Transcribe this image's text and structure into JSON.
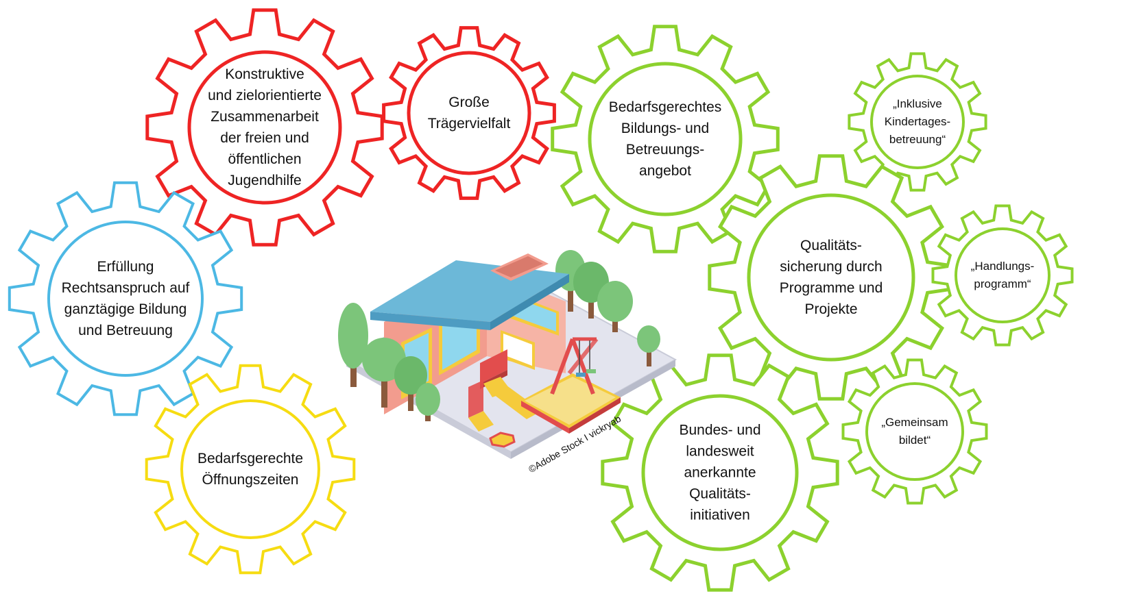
{
  "colors": {
    "red": "#ee2424",
    "blue": "#4cb8e4",
    "yellow": "#f6dc12",
    "green": "#8cd12e"
  },
  "gears": [
    {
      "id": "gear-zusammenarbeit",
      "color": "red",
      "lines": [
        "Konstruktive",
        "und zielorientierte",
        "Zusammenarbeit",
        "der freien und",
        "öffentlichen",
        "Jugendhilfe"
      ]
    },
    {
      "id": "gear-traegervielfalt",
      "color": "red",
      "lines": [
        "Große",
        "Trägervielfalt"
      ]
    },
    {
      "id": "gear-rechtsanspruch",
      "color": "blue",
      "lines": [
        "Erfüllung",
        "Rechtsanspruch auf",
        "ganztägige Bildung",
        "und Betreuung"
      ]
    },
    {
      "id": "gear-oeffnungszeiten",
      "color": "yellow",
      "lines": [
        "Bedarfsgerechte",
        "Öffnungszeiten"
      ]
    },
    {
      "id": "gear-angebot",
      "color": "green",
      "lines": [
        "Bedarfsgerechtes",
        "Bildungs- und",
        "Betreuungs-",
        "angebot"
      ]
    },
    {
      "id": "gear-inklusive",
      "color": "green",
      "lines": [
        "„Inklusive",
        "Kindertages-",
        "betreuung“"
      ]
    },
    {
      "id": "gear-qualitaetssicherung",
      "color": "green",
      "lines": [
        "Qualitäts-",
        "sicherung durch",
        "Programme und",
        "Projekte"
      ]
    },
    {
      "id": "gear-handlungsprogramm",
      "color": "green",
      "lines": [
        "„Handlungs-",
        "programm“"
      ]
    },
    {
      "id": "gear-initiativen",
      "color": "green",
      "lines": [
        "Bundes- und",
        "landesweit",
        "anerkannte",
        "Qualitäts-",
        "initiativen"
      ]
    },
    {
      "id": "gear-gemeinsam",
      "color": "green",
      "lines": [
        "„Gemeinsam",
        "bildet“"
      ]
    }
  ],
  "illustration": {
    "icon": "kindergarten-building-illustration",
    "credit": "©Adobe Stock I vickryab"
  }
}
